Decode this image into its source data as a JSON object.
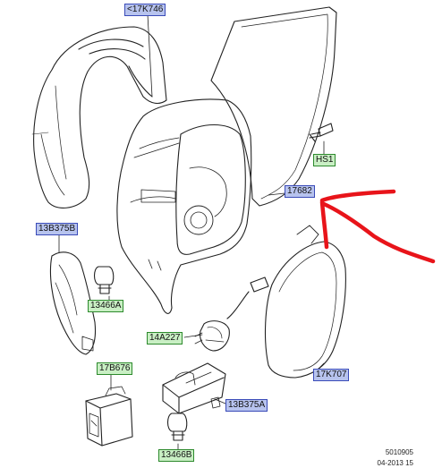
{
  "diagram": {
    "callouts": {
      "cover": {
        "label": "<17K746",
        "color": "blue"
      },
      "glass_top": {
        "label": "17682",
        "color": "blue"
      },
      "screw": {
        "label": "HS1",
        "color": "green"
      },
      "indicator": {
        "label": "13B375B",
        "color": "blue"
      },
      "bulb_upper": {
        "label": "13466A",
        "color": "green"
      },
      "connector": {
        "label": "14A227",
        "color": "green"
      },
      "switch": {
        "label": "17B676",
        "color": "green"
      },
      "puddle_lamp": {
        "label": "13B375A",
        "color": "blue"
      },
      "glass_bottom": {
        "label": "17K707",
        "color": "blue"
      },
      "bulb_lower": {
        "label": "13466B",
        "color": "green"
      }
    },
    "footer": {
      "ref": "5010905",
      "date": "04-2013 15"
    },
    "annotation_color": "#e8141a",
    "blue_label_bg": "#b7c3ee",
    "green_label_bg": "#c9efc4"
  }
}
